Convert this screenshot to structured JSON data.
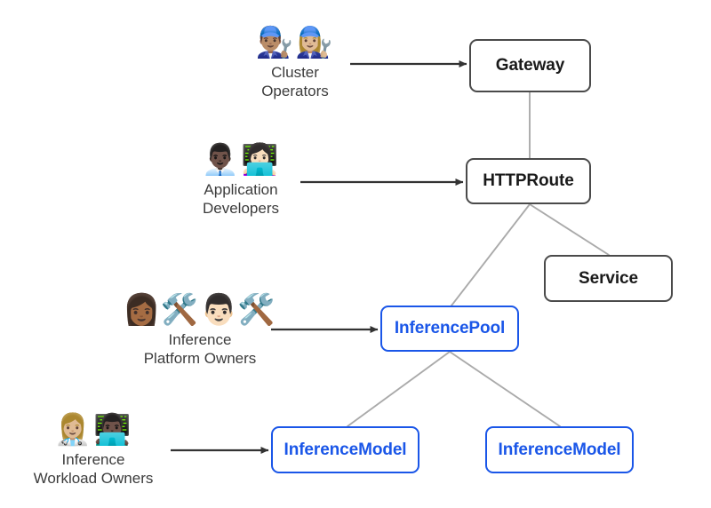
{
  "diagram": {
    "title": "Gateway API Inference Extension personas and resources",
    "background_color": "#ffffff",
    "accent_blue": "#1a56e8",
    "node_border_dark": "#4a4a4a",
    "edge_color": "#aaaaaa",
    "arrow_color": "#333333"
  },
  "personas": [
    {
      "id": "cluster-operators",
      "emojis": "👨🏽‍🔧👩🏼‍🔧",
      "emoji_names": "man-mechanic-icon, woman-mechanic-icon",
      "label": "Cluster\nOperators",
      "target": "Gateway"
    },
    {
      "id": "application-developers",
      "emojis": "👨🏿‍💼👩🏻‍💻",
      "emoji_names": "man-office-worker-icon, woman-technologist-icon",
      "label": "Application\nDevelopers",
      "target": "HTTPRoute"
    },
    {
      "id": "inference-platform-owners",
      "emojis": "👩🏾‍🛠️👨🏻‍🛠️",
      "emoji_names": "woman-construction-worker-icon, man-construction-worker-icon",
      "label": "Inference\nPlatform Owners",
      "target": "InferencePool"
    },
    {
      "id": "inference-workload-owners",
      "emojis": "👩🏼‍⚕️👨🏿‍💻",
      "emoji_names": "woman-health-worker-icon, man-technologist-icon",
      "label": "Inference\nWorkload Owners",
      "target": "InferenceModel"
    }
  ],
  "nodes": [
    {
      "id": "gateway",
      "label": "Gateway",
      "style": "dark"
    },
    {
      "id": "httproute",
      "label": "HTTPRoute",
      "style": "dark"
    },
    {
      "id": "service",
      "label": "Service",
      "style": "dark"
    },
    {
      "id": "inferencepool",
      "label": "InferencePool",
      "style": "blue"
    },
    {
      "id": "inferencemodel1",
      "label": "InferenceModel",
      "style": "blue"
    },
    {
      "id": "inferencemodel2",
      "label": "InferenceModel",
      "style": "blue"
    }
  ],
  "edges": [
    {
      "from": "gateway",
      "to": "httproute"
    },
    {
      "from": "httproute",
      "to": "inferencepool"
    },
    {
      "from": "httproute",
      "to": "service"
    },
    {
      "from": "inferencepool",
      "to": "inferencemodel1"
    },
    {
      "from": "inferencepool",
      "to": "inferencemodel2"
    }
  ]
}
